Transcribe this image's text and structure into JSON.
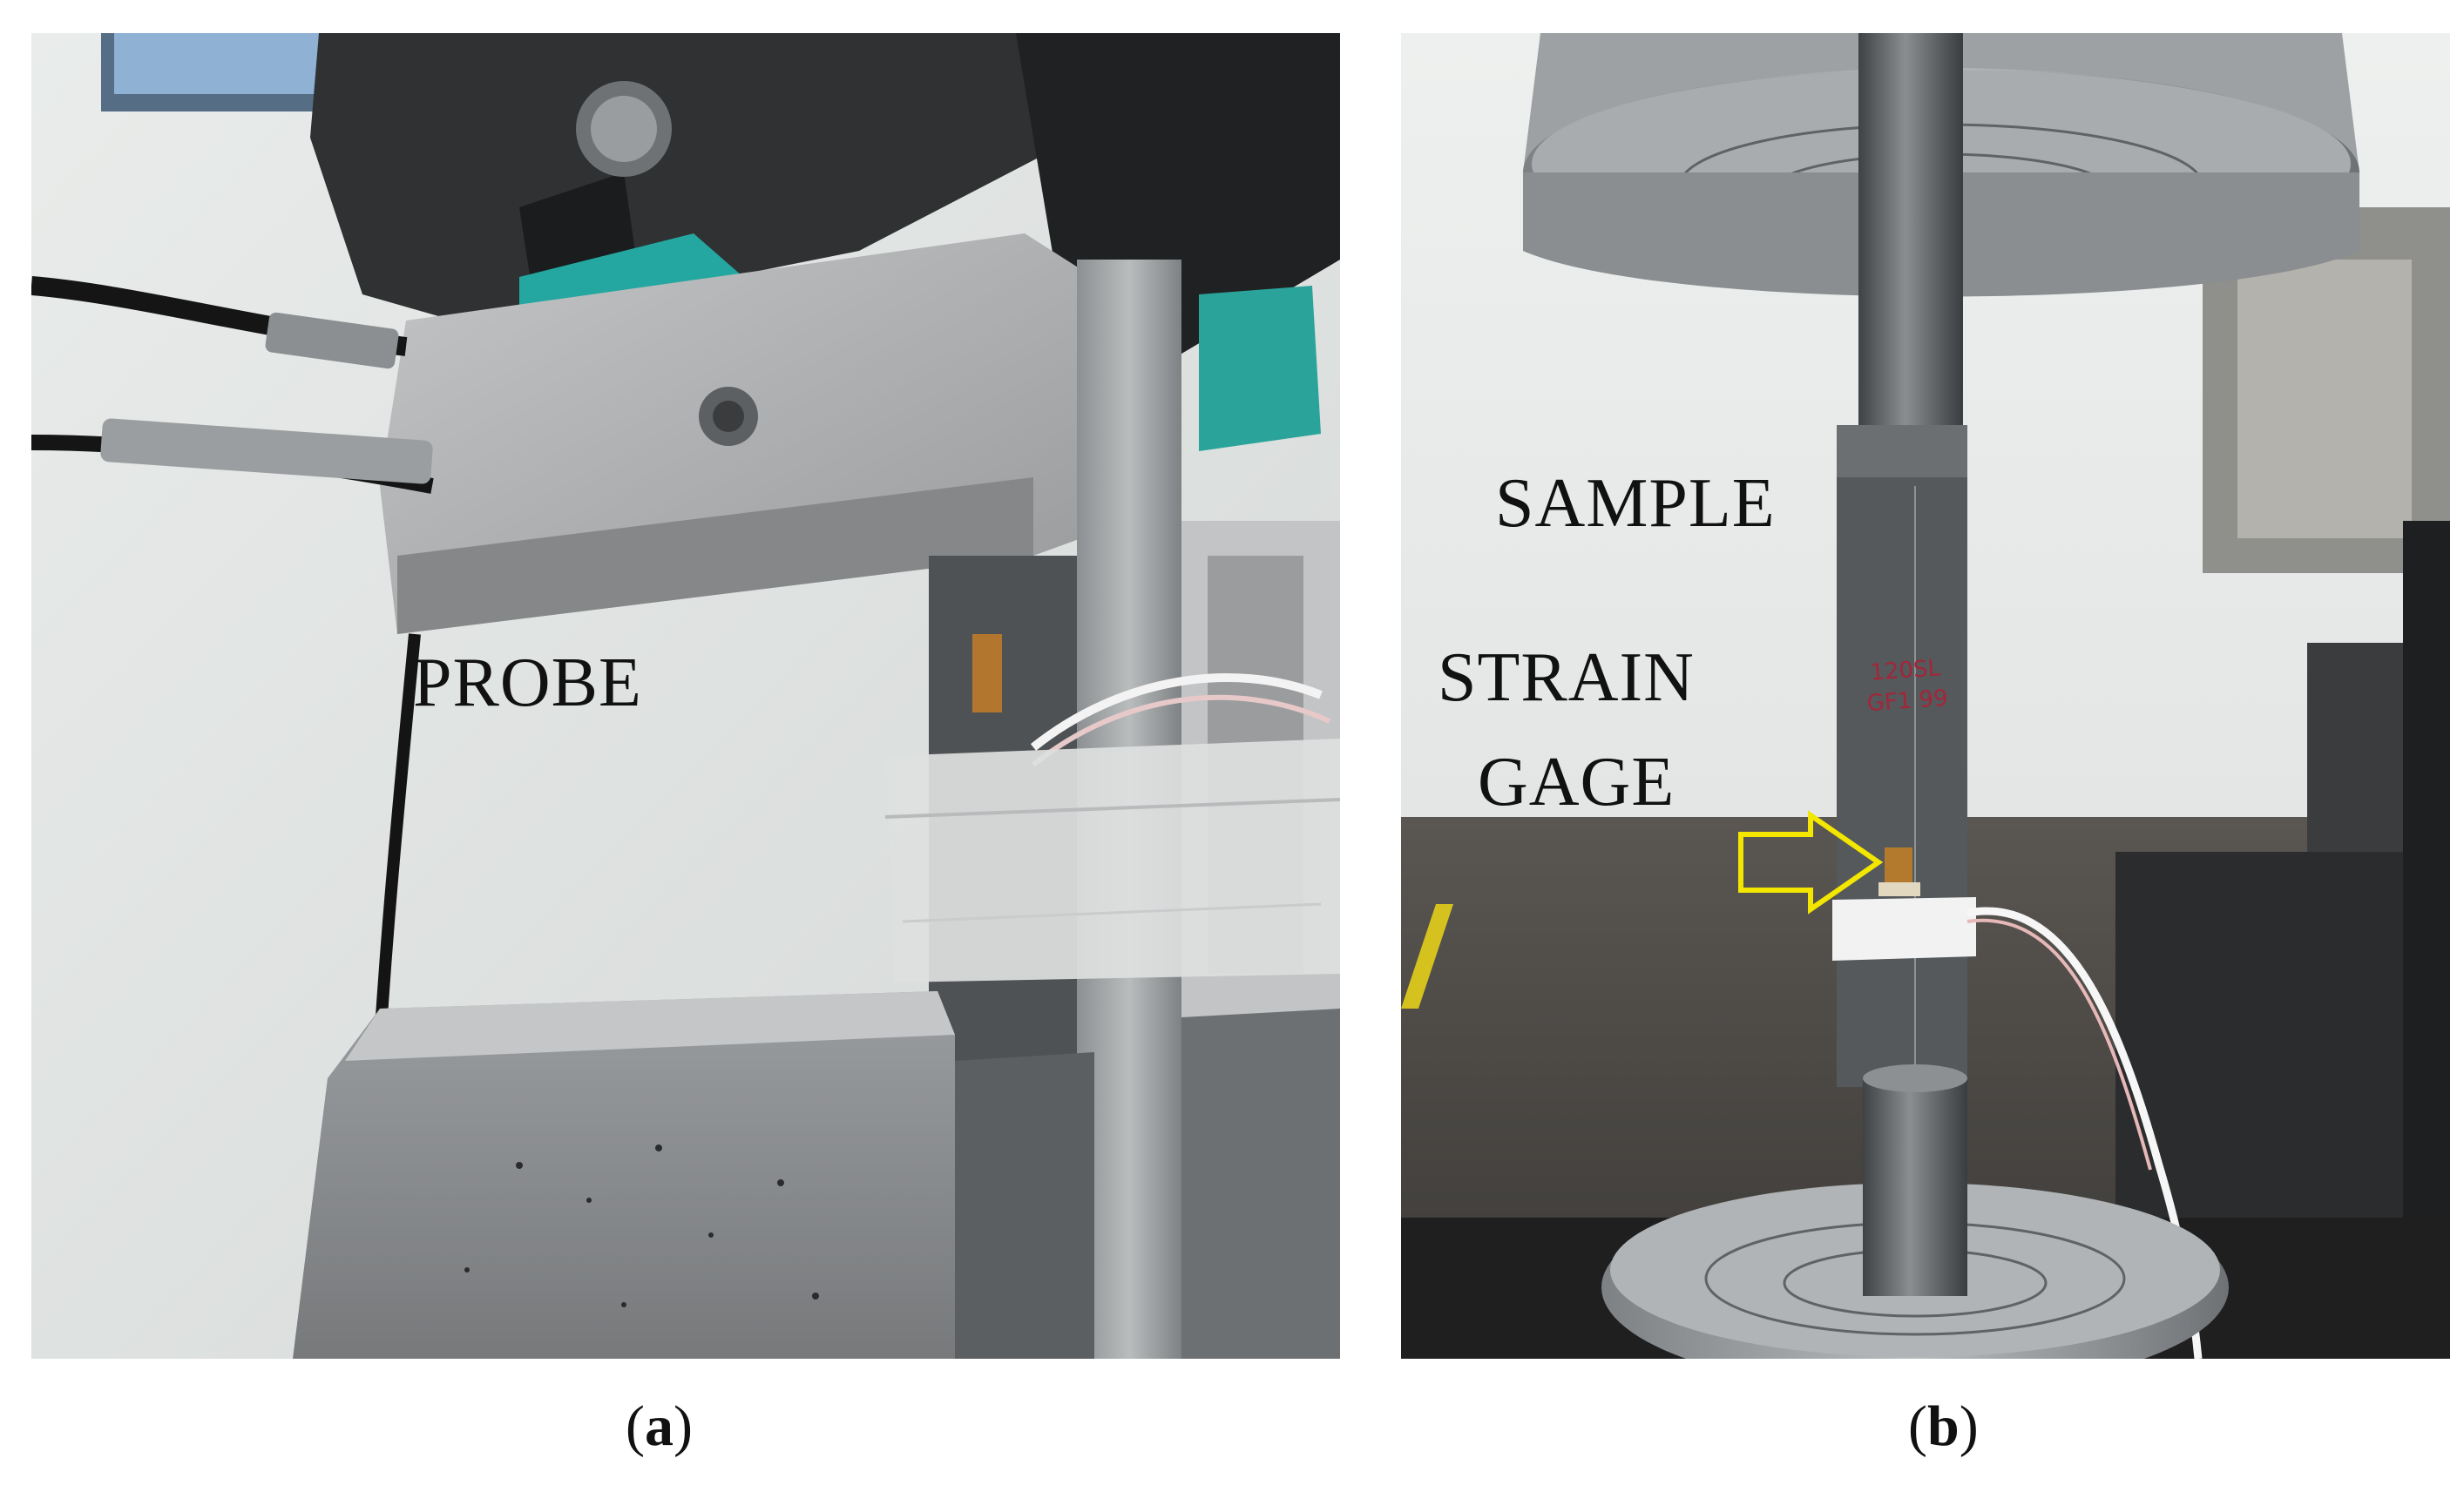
{
  "panel_a": {
    "label": "PROBE",
    "caption_open": "(",
    "caption_letter": "a",
    "caption_close": ")"
  },
  "panel_b": {
    "label_sample": "SAMPLE",
    "label_strain_line1": "STRAIN",
    "label_strain_line2": "GAGE",
    "specimen_marking_line1": "120SL",
    "specimen_marking_line2": "GF1 99",
    "arrow_color": "#f3e600",
    "caption_open": "(",
    "caption_letter": "b",
    "caption_close": ")"
  }
}
